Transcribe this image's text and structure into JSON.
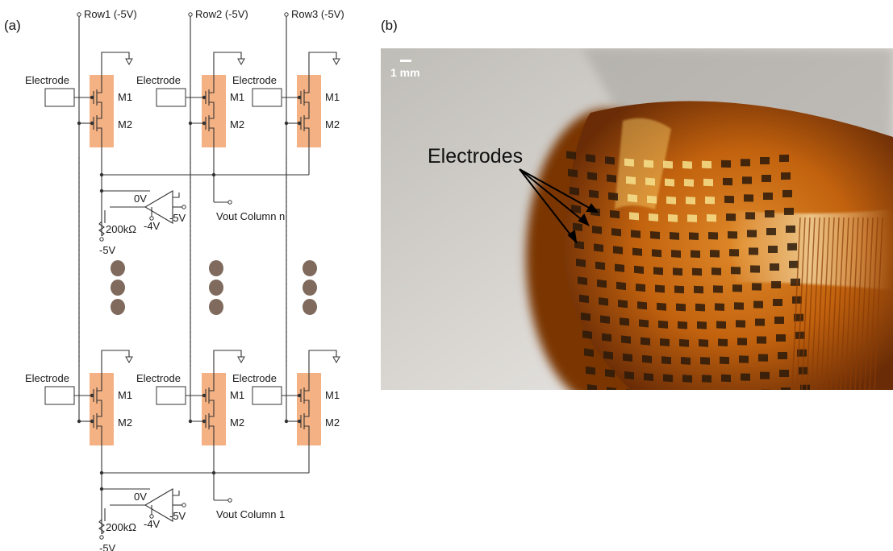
{
  "panels": {
    "a": "(a)",
    "b": "(b)"
  },
  "schematic": {
    "rows": [
      "Row1 (-5V)",
      "Row2  (-5V)",
      "Row3 (-5V)"
    ],
    "electrode_label": "Electrode",
    "transistors": [
      "M1",
      "M2"
    ],
    "amp_ref": "0V",
    "amp_supply": "-5V",
    "amp_bias": "-4V",
    "resistor": "200kΩ",
    "source_supply": "-5V",
    "outputs": [
      "Vout Column n",
      "Vout Column 1"
    ]
  },
  "photo": {
    "scale_label": "1 mm",
    "annotation": "Electrodes"
  },
  "colors": {
    "transistor_fill": "#f4b183",
    "dot_fill": "#7f6a5d",
    "wire": "#333333"
  }
}
